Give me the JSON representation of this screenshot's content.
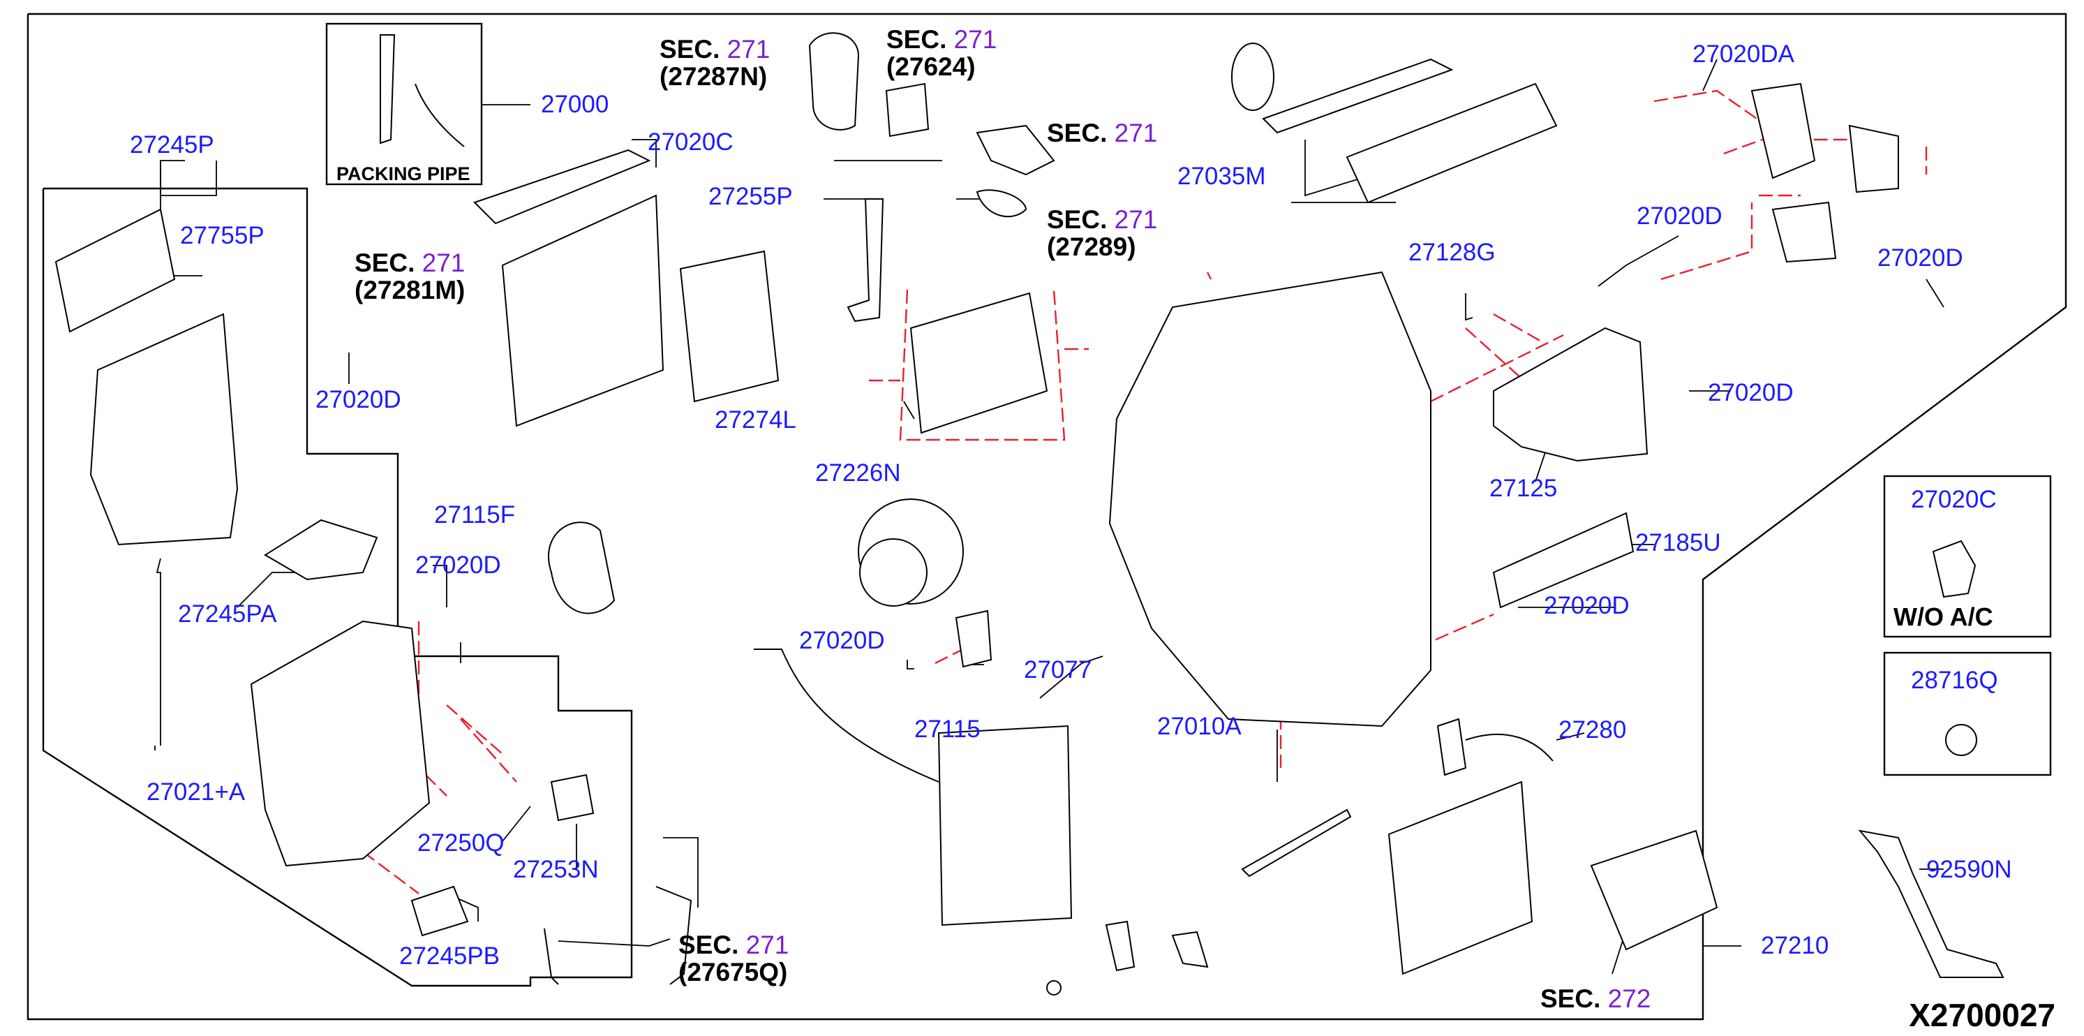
{
  "diagram_id": "X2700027",
  "packing_pipe_label": "PACKING PIPE",
  "wo_ac_label": "W/O  A/C",
  "part_numbers": {
    "p27000": "27000",
    "p27020C_top": "27020C",
    "p27245P": "27245P",
    "p27755P": "27755P",
    "p27020D_a": "27020D",
    "p27245PA": "27245PA",
    "p27115F": "27115F",
    "p27020D_b": "27020D",
    "p27021A": "27021+A",
    "p27250Q": "27250Q",
    "p27253N": "27253N",
    "p27245PB": "27245PB",
    "p27255P": "27255P",
    "p27274L": "27274L",
    "p27226N": "27226N",
    "p27020D_c": "27020D",
    "p27077": "27077",
    "p27115": "27115",
    "p27035M": "27035M",
    "p27020DA": "27020DA",
    "p27020D_d": "27020D",
    "p27020D_e": "27020D",
    "p27128G": "27128G",
    "p27020D_f": "27020D",
    "p27125": "27125",
    "p27185U": "27185U",
    "p27020D_g": "27020D",
    "p27010A": "27010A",
    "p27280": "27280",
    "p27210": "27210",
    "p27020C_box": "27020C",
    "p28716Q": "28716Q",
    "p92590N": "92590N"
  },
  "section_refs": {
    "s1": {
      "prefix": "SEC.",
      "num": "271",
      "sub": "(27287N)"
    },
    "s2": {
      "prefix": "SEC.",
      "num": "271",
      "sub": "(27624)"
    },
    "s3": {
      "prefix": "SEC.",
      "num": "271",
      "sub": ""
    },
    "s4": {
      "prefix": "SEC.",
      "num": "271",
      "sub": "(27289)"
    },
    "s5": {
      "prefix": "SEC.",
      "num": "271",
      "sub": "(27281M)"
    },
    "s6": {
      "prefix": "SEC.",
      "num": "271",
      "sub": "(27675Q)"
    },
    "s7": {
      "prefix": "SEC.",
      "num": "272",
      "sub": ""
    }
  },
  "colors": {
    "label_blue": "#1a1aff",
    "section_purple": "#7b1fd1",
    "leader_black": "#000000",
    "dash_red": "#e8202a"
  }
}
